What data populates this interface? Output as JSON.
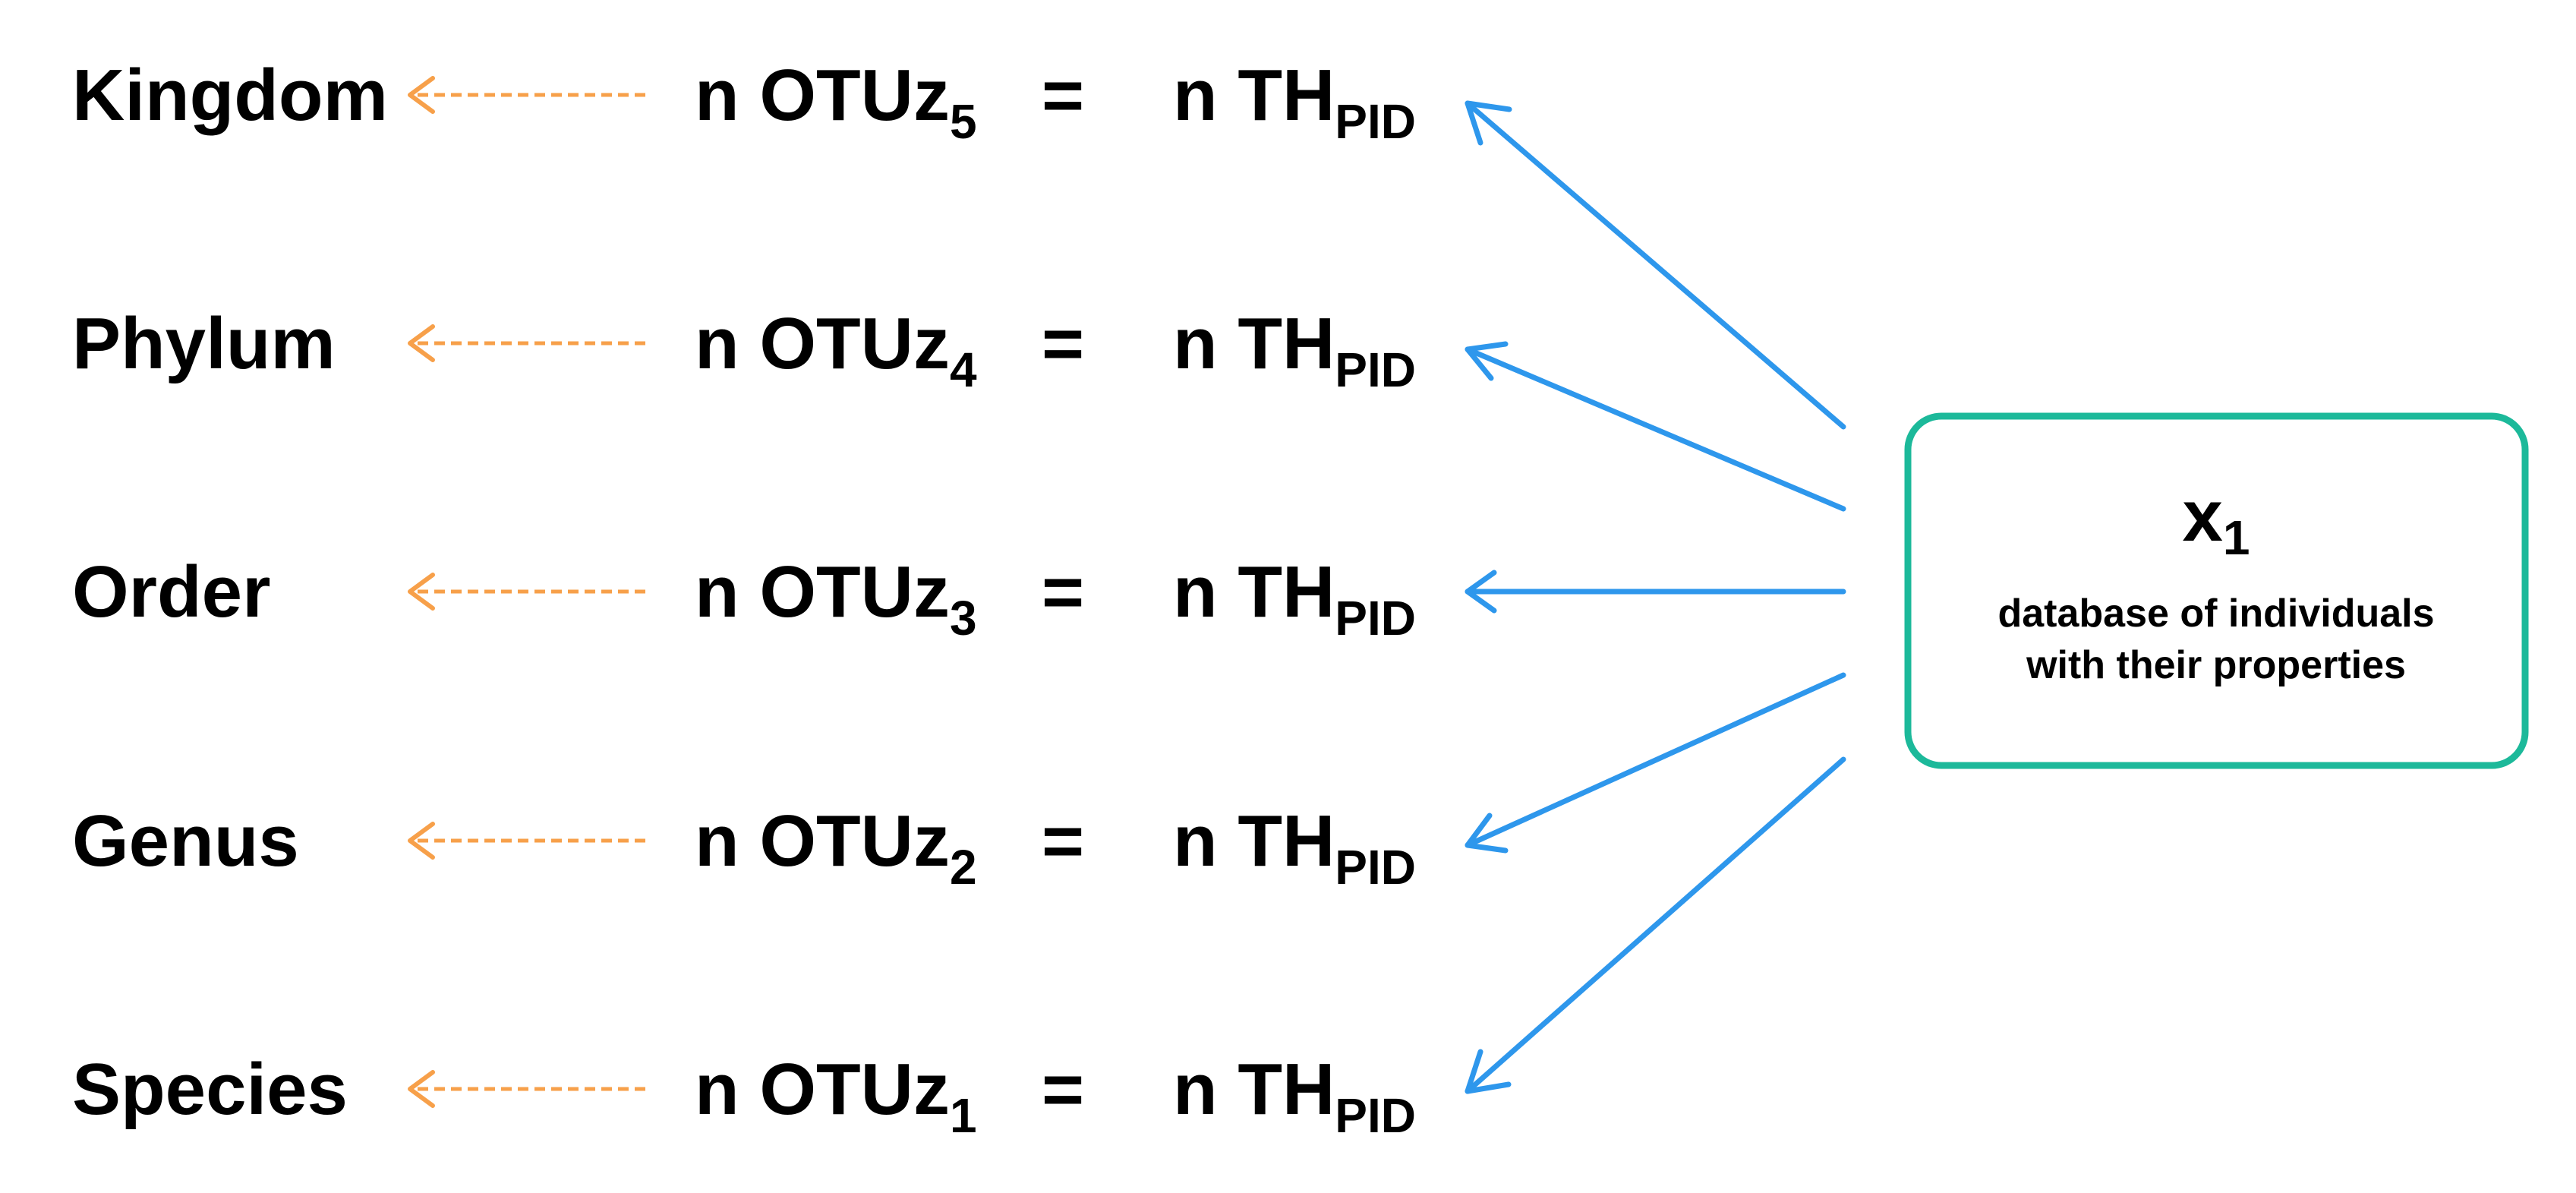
{
  "colors": {
    "orange_arrow": "#F7A04A",
    "blue_arrow": "#2E97EC",
    "box_border": "#1CB99A",
    "text": "#000000"
  },
  "rows": [
    {
      "rank": "Kingdom",
      "otu_prefix": "n OTUz",
      "otu_sub": "5",
      "equals": "=",
      "th_prefix": "n TH",
      "th_sub": "PID"
    },
    {
      "rank": "Phylum",
      "otu_prefix": "n OTUz",
      "otu_sub": "4",
      "equals": "=",
      "th_prefix": "n TH",
      "th_sub": "PID"
    },
    {
      "rank": "Order",
      "otu_prefix": "n OTUz",
      "otu_sub": "3",
      "equals": "=",
      "th_prefix": "n TH",
      "th_sub": "PID"
    },
    {
      "rank": "Genus",
      "otu_prefix": "n OTUz",
      "otu_sub": "2",
      "equals": "=",
      "th_prefix": "n TH",
      "th_sub": "PID"
    },
    {
      "rank": "Species",
      "otu_prefix": "n OTUz",
      "otu_sub": "1",
      "equals": "=",
      "th_prefix": "n TH",
      "th_sub": "PID"
    }
  ],
  "database": {
    "symbol": "x",
    "symbol_sub": "1",
    "description_line1": "database of individuals",
    "description_line2": "with their properties"
  }
}
